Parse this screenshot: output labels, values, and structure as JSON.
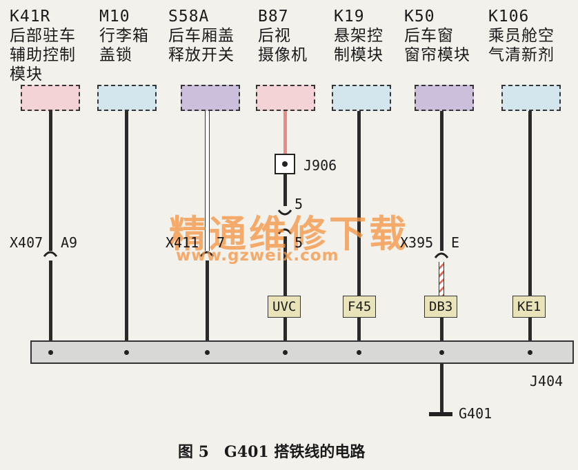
{
  "modules": [
    {
      "code": "K41R",
      "lines": [
        "后部驻车",
        "辅助控制",
        "模块"
      ],
      "color": "#f4d3d6"
    },
    {
      "code": "M10",
      "lines": [
        "行李箱",
        "盖锁"
      ],
      "color": "#d3e6ee"
    },
    {
      "code": "S58A",
      "lines": [
        "后车厢盖",
        "释放开关"
      ],
      "color": "#cbbfdc"
    },
    {
      "code": "B87",
      "lines": [
        "后视",
        "摄像机"
      ],
      "color": "#f4d3d6"
    },
    {
      "code": "K19",
      "lines": [
        "悬架控",
        "制模块"
      ],
      "color": "#d3e6ee"
    },
    {
      "code": "K50",
      "lines": [
        "后车窗",
        "窗帘模块"
      ],
      "color": "#cbbfdc"
    },
    {
      "code": "K106",
      "lines": [
        "乘员舱空",
        "气清新剂"
      ],
      "color": "#d3e6ee"
    }
  ],
  "connectors": {
    "j906": "J906",
    "x407": "X407",
    "x407_pin": "A9",
    "x411": "X411",
    "x411_pin": "7",
    "j906_pin_top": "5",
    "j906_pin_bottom": "5",
    "x395": "X395",
    "x395_pin": "E",
    "j404": "J404",
    "g401": "G401"
  },
  "tags": [
    "UVC",
    "F45",
    "DB3",
    "KE1"
  ],
  "watermark": {
    "title": "精通维修下载",
    "url": "www.gzweix.com"
  },
  "caption": "图 5　G401 搭铁线的电路"
}
